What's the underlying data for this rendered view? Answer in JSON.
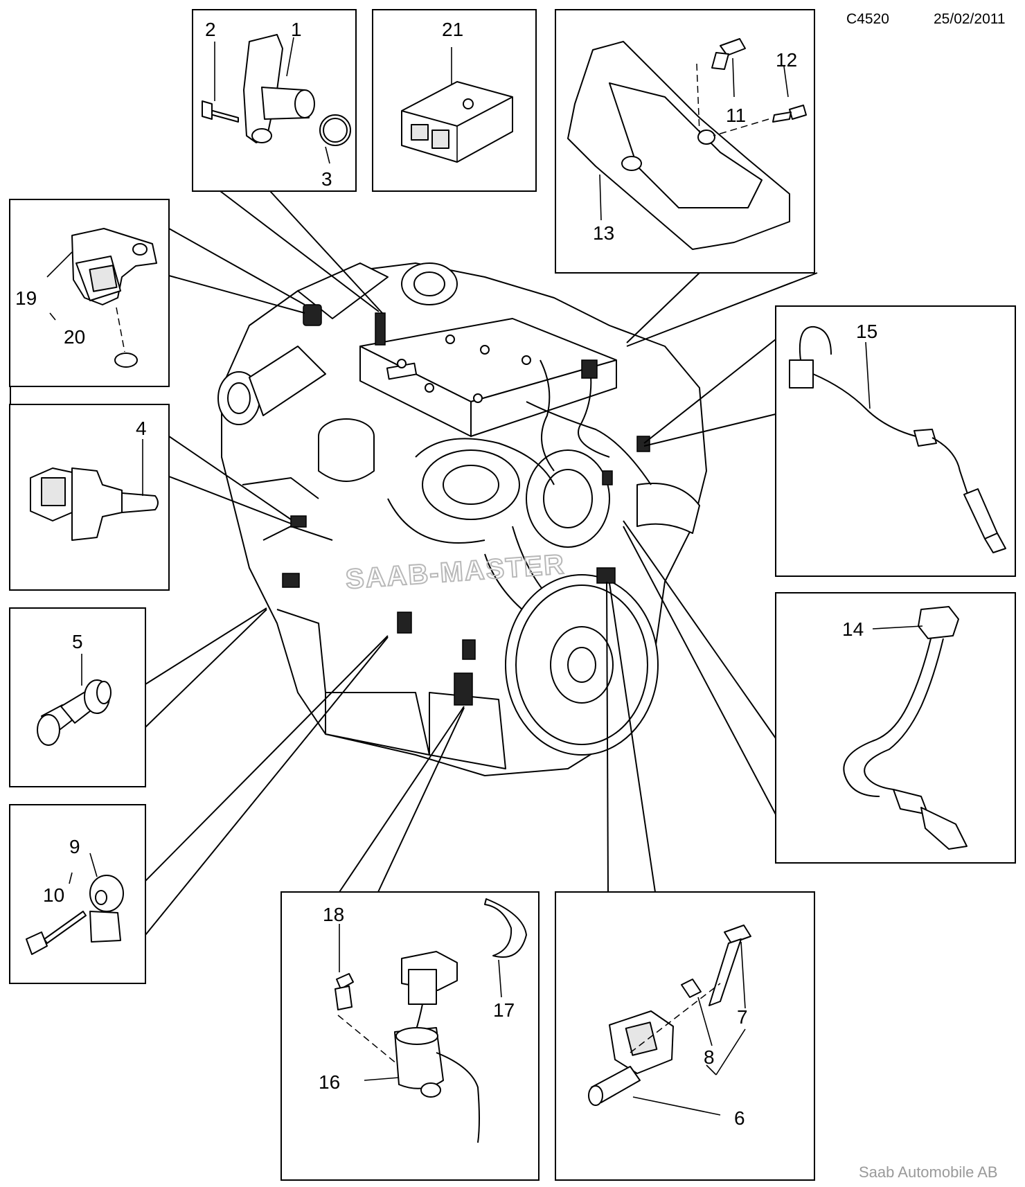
{
  "header": {
    "diagram_code": "C4520",
    "date": "25/02/2011"
  },
  "footer": {
    "publisher": "Saab Automobile AB"
  },
  "watermark": {
    "text": "SAAB-MASTER"
  },
  "callouts": {
    "p1": "1",
    "p2": "2",
    "p3": "3",
    "p4": "4",
    "p5": "5",
    "p6": "6",
    "p7": "7",
    "p8": "8",
    "p9": "9",
    "p10": "10",
    "p11": "11",
    "p12": "12",
    "p13": "13",
    "p14": "14",
    "p15": "15",
    "p16": "16",
    "p17": "17",
    "p18": "18",
    "p19": "19",
    "p20": "20",
    "p21": "21"
  }
}
